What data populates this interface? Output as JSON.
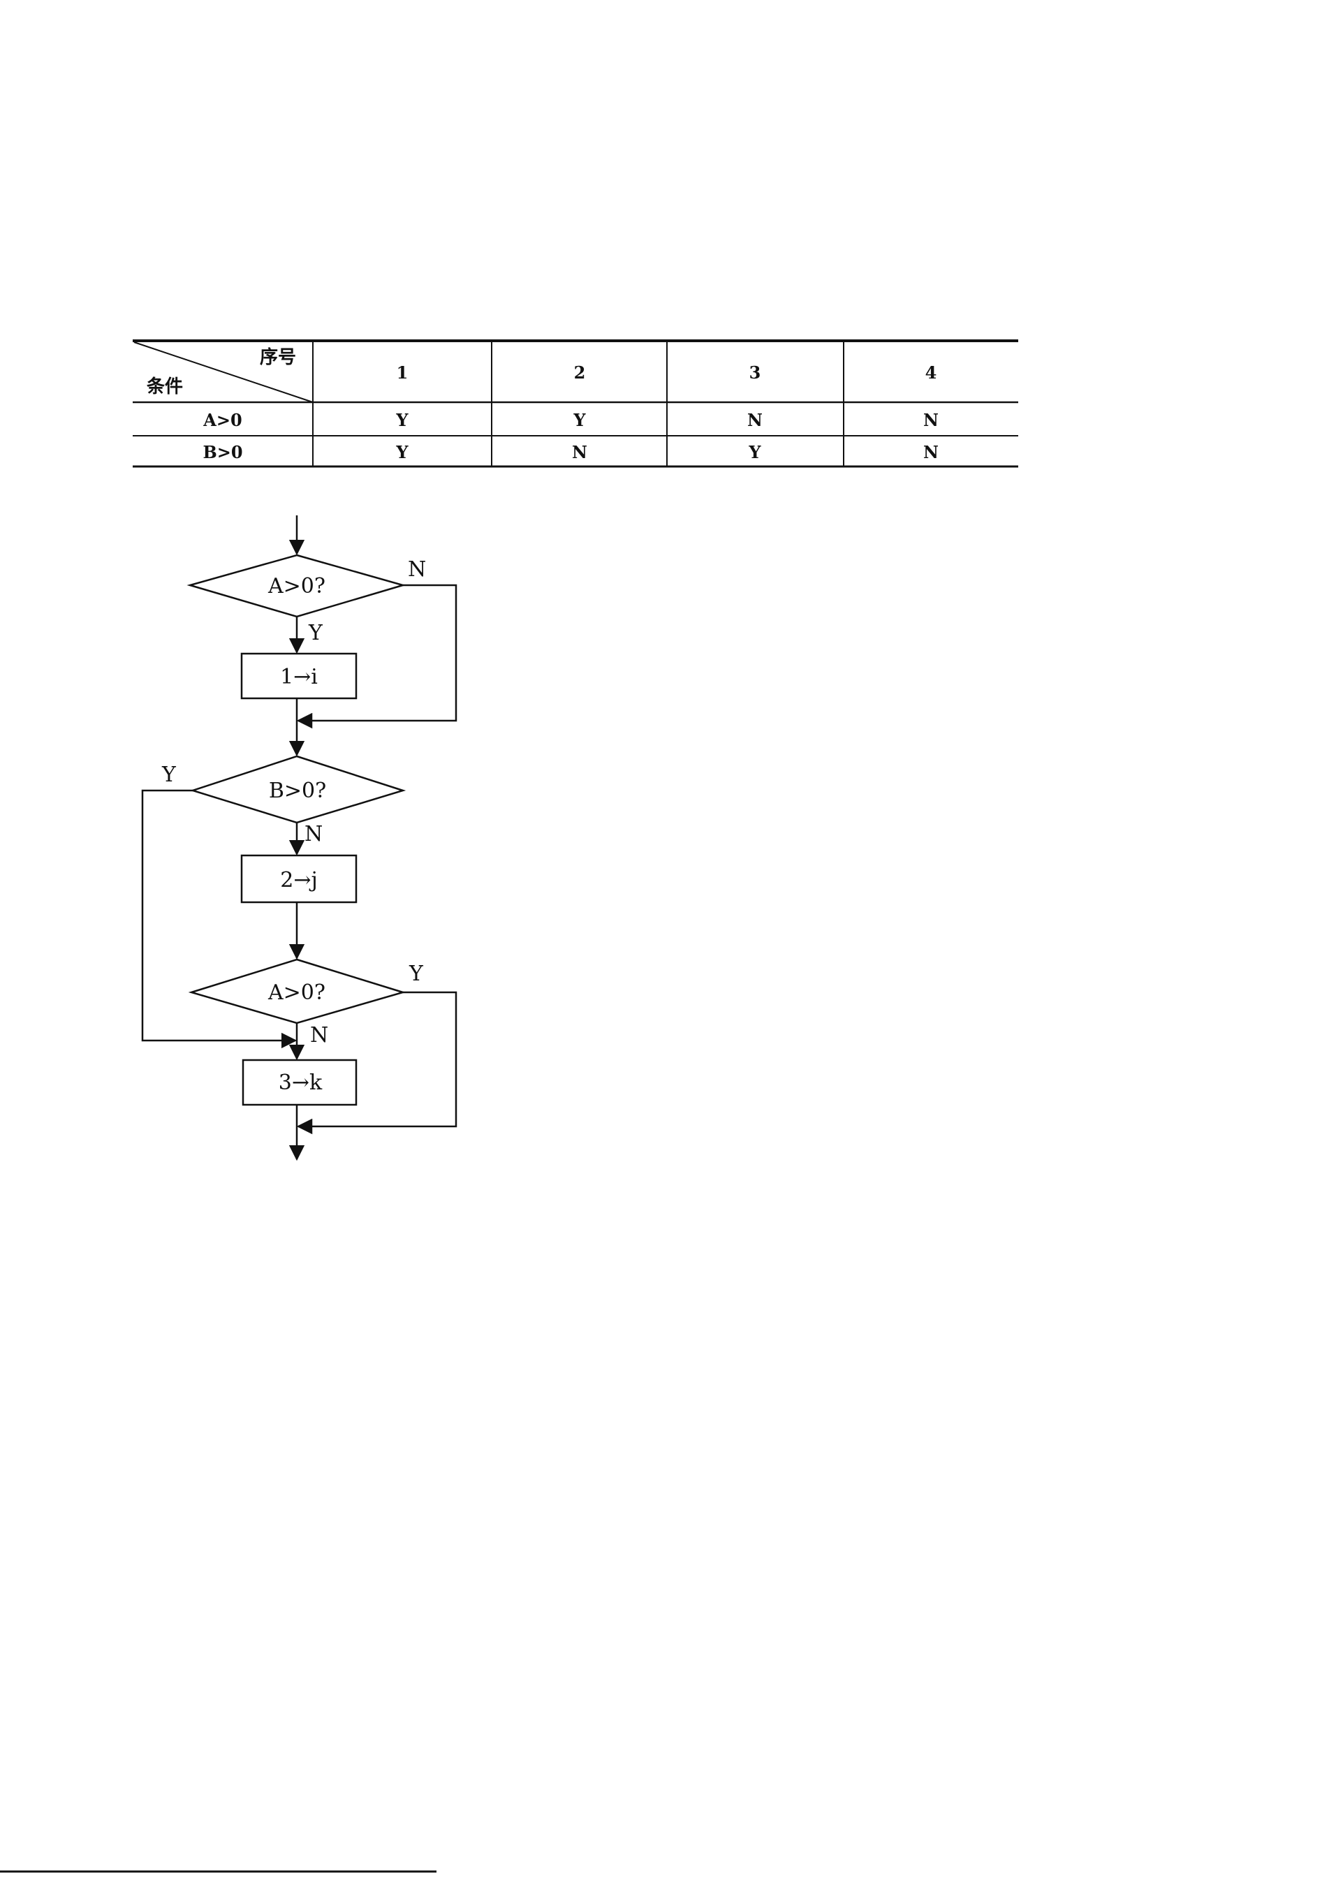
{
  "table": {
    "corner_top": "序号",
    "corner_bottom": "条件",
    "columns": [
      "1",
      "2",
      "3",
      "4"
    ],
    "rows": [
      {
        "label": "A>0",
        "values": [
          "Y",
          "Y",
          "N",
          "N"
        ]
      },
      {
        "label": "B>0",
        "values": [
          "Y",
          "N",
          "Y",
          "N"
        ]
      }
    ]
  },
  "flowchart": {
    "decision1": "A>0?",
    "decision1_no": "N",
    "decision1_yes": "Y",
    "process1": "1→i",
    "decision2": "B>0?",
    "decision2_yes": "Y",
    "decision2_no": "N",
    "process2": "2→j",
    "decision3": "A>0?",
    "decision3_yes": "Y",
    "decision3_no": "N",
    "process3": "3→k"
  },
  "colors": {
    "ink": "#111111",
    "paper": "#ffffff"
  }
}
